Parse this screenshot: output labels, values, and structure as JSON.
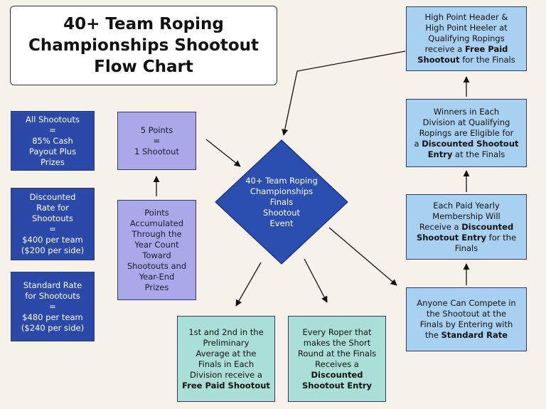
{
  "title": {
    "lines": [
      "40+ Team Roping",
      "Championships Shootout",
      "Flow Chart"
    ]
  },
  "center": {
    "lines": [
      "40+ Team Roping",
      "Championships",
      "Finals",
      "Shootout",
      "Event"
    ],
    "color": "#2b4fb0"
  },
  "left_boxes": {
    "all_shootouts": [
      "All Shootouts",
      "=",
      "85% Cash",
      "Payout Plus",
      "Prizes"
    ],
    "discounted_rate": [
      "Discounted",
      "Rate for",
      "Shootouts",
      "=",
      "$400 per team",
      "($200 per side)"
    ],
    "standard_rate": [
      "Standard Rate",
      "for Shootouts",
      "=",
      "$480 per team",
      "($240 per side)"
    ]
  },
  "points_boxes": {
    "five_points": [
      "5 Points",
      "=",
      "1 Shootout"
    ],
    "accumulated": [
      "Points",
      "Accumulated",
      "Through the",
      "Year Count",
      "Toward",
      "Shootouts and",
      "Year-End",
      "Prizes"
    ]
  },
  "right_boxes": {
    "high_point": [
      "High Point Header &",
      "High Point Heeler at",
      "Qualifying Ropings",
      "receive a ",
      "Free Paid",
      "Shootout",
      " for the Finals"
    ],
    "winners": [
      "Winners in Each",
      "Division at Qualifying",
      "Ropings are Eligible for",
      "a ",
      "Discounted Shootout",
      "Entry",
      " at the Finals"
    ],
    "membership": [
      "Each Paid Yearly",
      "Membership Will",
      "Receive a ",
      "Discounted",
      "Shootout Entry",
      " for the",
      "Finals"
    ],
    "anyone": [
      "Anyone Can Compete in",
      "the Shootout at the",
      "Finals by Entering with",
      "the ",
      "Standard Rate"
    ]
  },
  "bottom_boxes": {
    "first_second": [
      "1st and 2nd in the",
      "Preliminary",
      "Average at the",
      "Finals in Each",
      "Division receive a",
      "Free Paid Shootout"
    ],
    "every_roper": [
      "Every Roper that",
      "makes the Short",
      "Round at the Finals",
      "Receives a",
      "Discounted",
      "Shootout Entry"
    ]
  },
  "colors": {
    "dark_blue": "#2b49a8",
    "lavender": "#aaa8e8",
    "light_blue": "#a8d0f0",
    "teal": "#a9dfd6",
    "background": "#f6f2ea"
  }
}
